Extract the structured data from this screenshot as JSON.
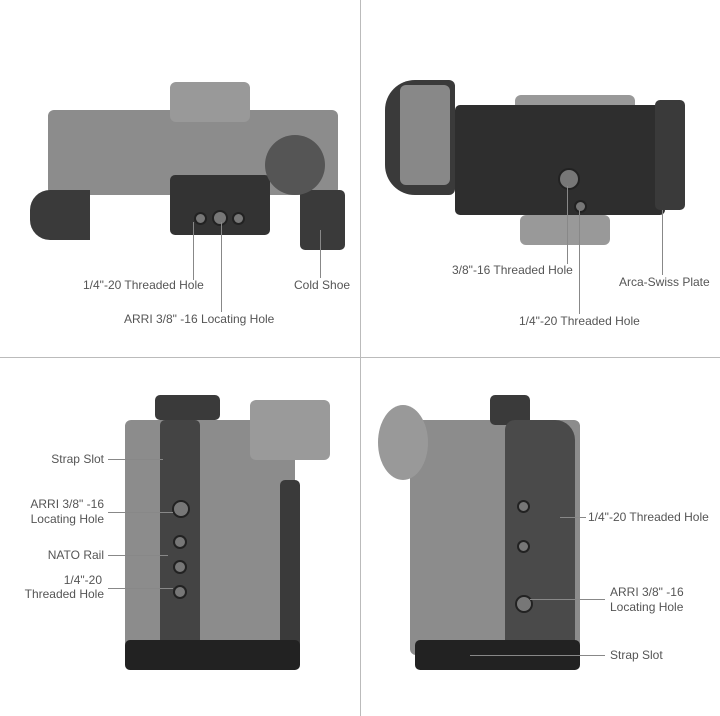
{
  "top_left": {
    "labels": [
      "1/4\"-20 Threaded Hole",
      "Cold Shoe",
      "ARRI 3/8\" -16 Locating Hole"
    ]
  },
  "top_right": {
    "labels": [
      "3/8\"-16 Threaded Hole",
      "Arca-Swiss Plate",
      "1/4\"-20 Threaded Hole"
    ]
  },
  "bottom_left": {
    "strap_slot": "Strap Slot",
    "arri_line1": "ARRI 3/8\" -16",
    "arri_line2": "Locating Hole",
    "nato_rail": "NATO Rail",
    "threaded_line1": "1/4\"-20",
    "threaded_line2": "Threaded Hole"
  },
  "bottom_right": {
    "threaded_hole": "1/4\"-20 Threaded Hole",
    "arri_line1": "ARRI 3/8\" -16",
    "arri_line2": "Locating Hole",
    "strap_slot": "Strap Slot"
  }
}
